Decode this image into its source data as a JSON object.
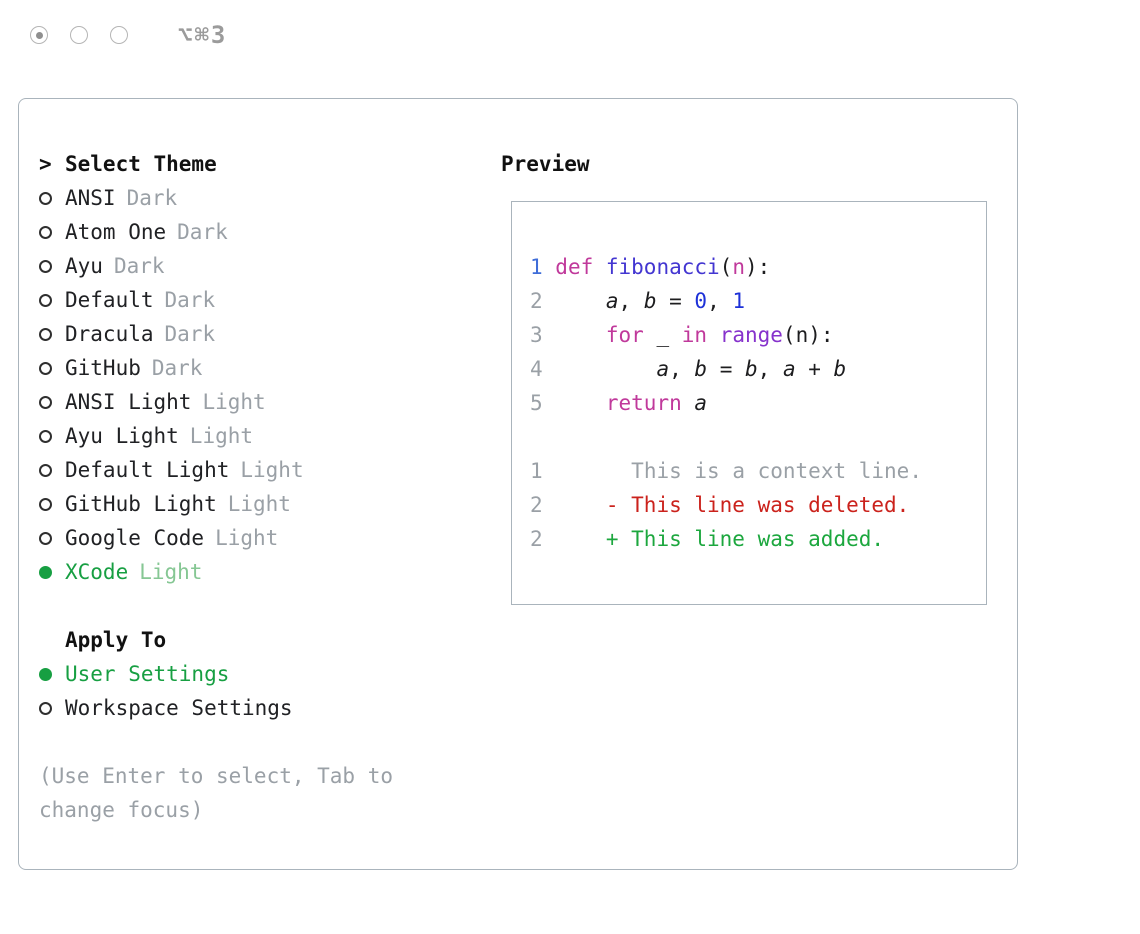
{
  "titlebar": {
    "shortcut": "⌥⌘3"
  },
  "theme_selector": {
    "title": "Select Theme",
    "cursor": ">",
    "items": [
      {
        "name": "ANSI",
        "variant": "Dark",
        "selected": false
      },
      {
        "name": "Atom One",
        "variant": "Dark",
        "selected": false
      },
      {
        "name": "Ayu",
        "variant": "Dark",
        "selected": false
      },
      {
        "name": "Default",
        "variant": "Dark",
        "selected": false
      },
      {
        "name": "Dracula",
        "variant": "Dark",
        "selected": false
      },
      {
        "name": "GitHub",
        "variant": "Dark",
        "selected": false
      },
      {
        "name": "ANSI Light",
        "variant": "Light",
        "selected": false
      },
      {
        "name": "Ayu Light",
        "variant": "Light",
        "selected": false
      },
      {
        "name": "Default Light",
        "variant": "Light",
        "selected": false
      },
      {
        "name": "GitHub Light",
        "variant": "Light",
        "selected": false
      },
      {
        "name": "Google Code",
        "variant": "Light",
        "selected": false
      },
      {
        "name": "XCode",
        "variant": "Light",
        "selected": true
      }
    ]
  },
  "apply_to": {
    "title": "Apply To",
    "options": [
      {
        "label": "User Settings",
        "selected": true
      },
      {
        "label": "Workspace Settings",
        "selected": false
      }
    ]
  },
  "help": {
    "line1": "(Use Enter to select, Tab to",
    "line2": "change focus)"
  },
  "preview": {
    "title": "Preview",
    "lines": [
      {
        "tokens": [
          {
            "t": "1 ",
            "c": "lnb"
          },
          {
            "t": "def ",
            "c": "kw"
          },
          {
            "t": "fibonacci",
            "c": "fn"
          },
          {
            "t": "(",
            "c": "pl"
          },
          {
            "t": "n",
            "c": "kw"
          },
          {
            "t": "):",
            "c": "pl"
          }
        ]
      },
      {
        "tokens": [
          {
            "t": "2 ",
            "c": "ln"
          },
          {
            "t": "    ",
            "c": "pl"
          },
          {
            "t": "a",
            "c": "var"
          },
          {
            "t": ", ",
            "c": "pl"
          },
          {
            "t": "b",
            "c": "var"
          },
          {
            "t": " = ",
            "c": "pl"
          },
          {
            "t": "0",
            "c": "num"
          },
          {
            "t": ", ",
            "c": "pl"
          },
          {
            "t": "1",
            "c": "num"
          }
        ]
      },
      {
        "tokens": [
          {
            "t": "3 ",
            "c": "ln"
          },
          {
            "t": "    ",
            "c": "pl"
          },
          {
            "t": "for",
            "c": "kw"
          },
          {
            "t": " _ ",
            "c": "pl"
          },
          {
            "t": "in",
            "c": "kw"
          },
          {
            "t": " ",
            "c": "pl"
          },
          {
            "t": "range",
            "c": "tp"
          },
          {
            "t": "(n):",
            "c": "pl"
          }
        ]
      },
      {
        "tokens": [
          {
            "t": "4 ",
            "c": "ln"
          },
          {
            "t": "        ",
            "c": "pl"
          },
          {
            "t": "a",
            "c": "var"
          },
          {
            "t": ", ",
            "c": "pl"
          },
          {
            "t": "b",
            "c": "var"
          },
          {
            "t": " = ",
            "c": "pl"
          },
          {
            "t": "b",
            "c": "var"
          },
          {
            "t": ", ",
            "c": "pl"
          },
          {
            "t": "a",
            "c": "var"
          },
          {
            "t": " + ",
            "c": "pl"
          },
          {
            "t": "b",
            "c": "var"
          }
        ]
      },
      {
        "tokens": [
          {
            "t": "5 ",
            "c": "ln"
          },
          {
            "t": "    ",
            "c": "pl"
          },
          {
            "t": "return",
            "c": "kw"
          },
          {
            "t": " ",
            "c": "pl"
          },
          {
            "t": "a",
            "c": "var"
          }
        ]
      },
      {
        "tokens": []
      },
      {
        "tokens": [
          {
            "t": "1",
            "c": "ln"
          },
          {
            "t": "       ",
            "c": "pl"
          },
          {
            "t": "This is a context line.",
            "c": "ctx"
          }
        ]
      },
      {
        "tokens": [
          {
            "t": "2",
            "c": "ln"
          },
          {
            "t": "     ",
            "c": "pl"
          },
          {
            "t": "- This line was deleted.",
            "c": "del"
          }
        ]
      },
      {
        "tokens": [
          {
            "t": "2",
            "c": "ln"
          },
          {
            "t": "     ",
            "c": "pl"
          },
          {
            "t": "+ This line was added.",
            "c": "add"
          }
        ]
      }
    ]
  },
  "colors": {
    "accent_green": "#179f42",
    "keyword_pink": "#c0399b",
    "number_blue": "#1d31d8",
    "function_indigo": "#4336d1",
    "type_purple": "#8632cc",
    "deleted_red": "#cb221c",
    "added_green": "#1ca73e",
    "muted_gray": "#9aa0a6",
    "border_gray": "#aab4bc"
  }
}
